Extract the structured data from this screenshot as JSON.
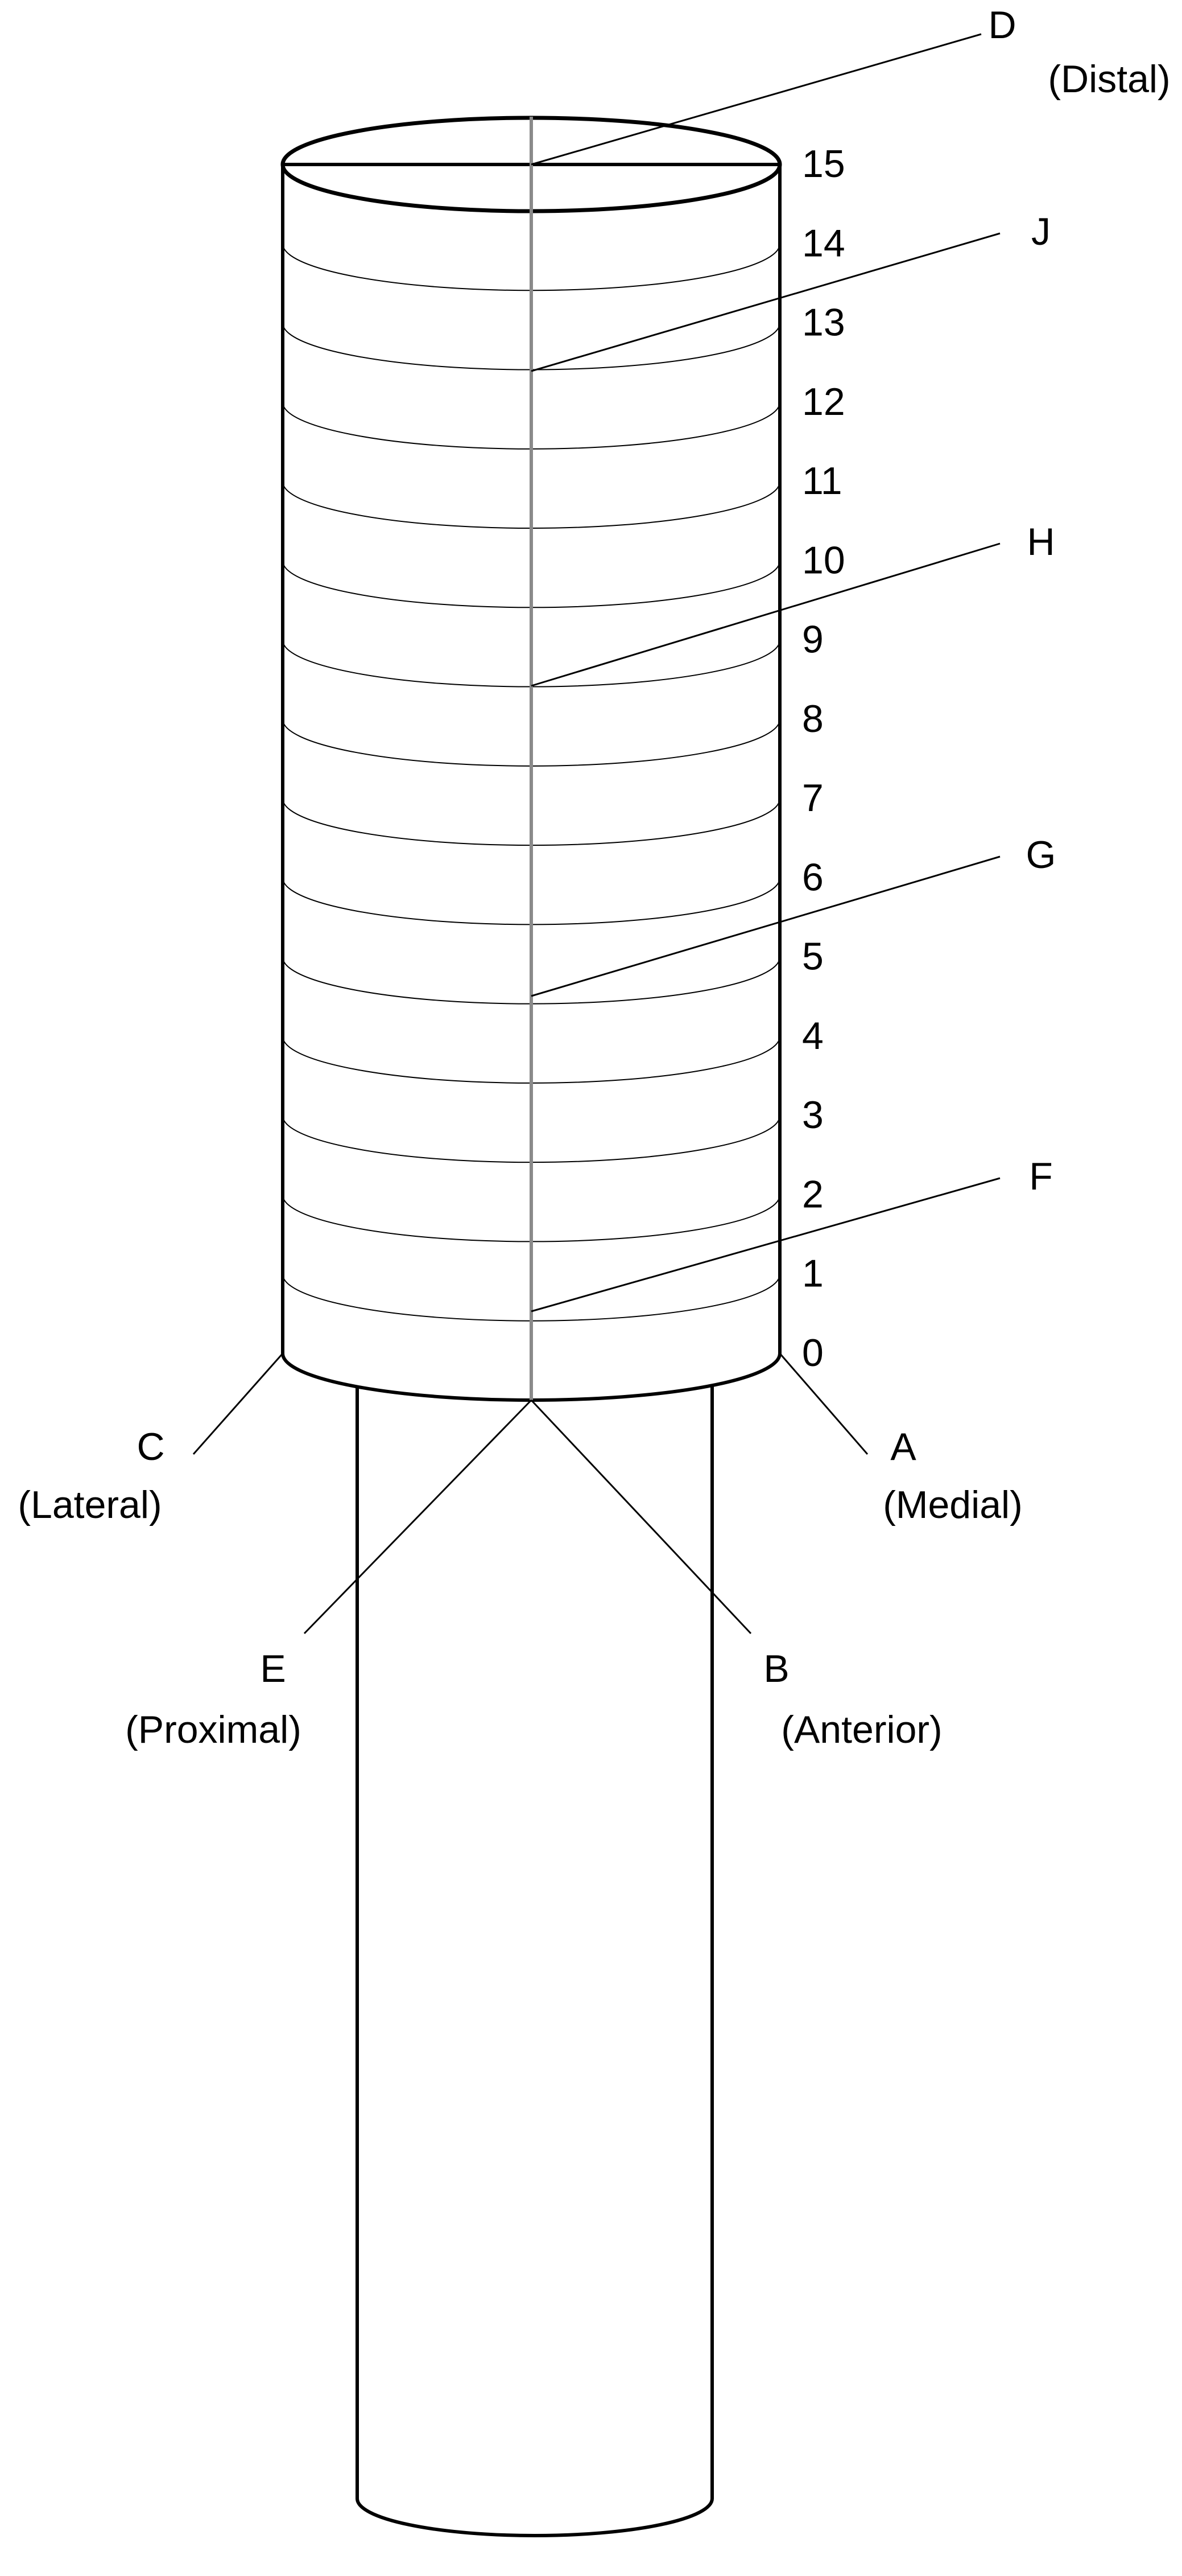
{
  "scale": {
    "marks": [
      "15",
      "14",
      "13",
      "12",
      "11",
      "10",
      "9",
      "8",
      "7",
      "6",
      "5",
      "4",
      "3",
      "2",
      "1",
      "0"
    ]
  },
  "labels": {
    "D": {
      "letter": "D",
      "term": "(Distal)"
    },
    "J": {
      "letter": "J"
    },
    "H": {
      "letter": "H"
    },
    "G": {
      "letter": "G"
    },
    "F": {
      "letter": "F"
    },
    "C": {
      "letter": "C",
      "term": "(Lateral)"
    },
    "A": {
      "letter": "A",
      "term": "(Medial)"
    },
    "E": {
      "letter": "E",
      "term": "(Proximal)"
    },
    "B": {
      "letter": "B",
      "term": "(Anterior)"
    }
  }
}
